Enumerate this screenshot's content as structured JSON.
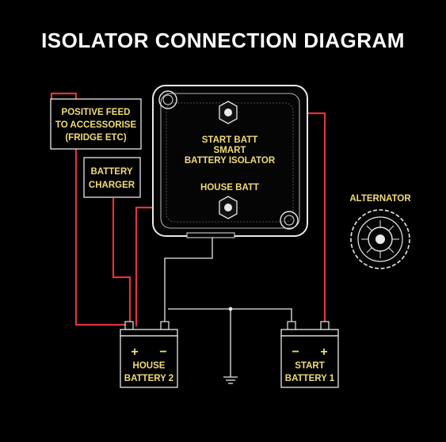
{
  "title": "ISOLATOR CONNECTION DIAGRAM",
  "labels": {
    "positive_feed": [
      "POSITIVE FEED",
      "TO ACCESSORISE",
      "(FRIDGE ETC)"
    ],
    "battery_charger": [
      "BATTERY",
      "CHARGER"
    ],
    "isolator": [
      "START BATT",
      "SMART",
      "BATTERY ISOLATOR"
    ],
    "house_batt": "HOUSE BATT",
    "alternator": "ALTERNATOR",
    "house_battery": [
      "HOUSE",
      "BATTERY 2"
    ],
    "start_battery": [
      "START",
      "BATTERY 1"
    ],
    "plus": "+",
    "minus": "−"
  },
  "colors": {
    "wire_positive": "#e0343c",
    "wire_negative": "#e8e8e8",
    "label": "#f2dc78",
    "background": "#000000"
  }
}
